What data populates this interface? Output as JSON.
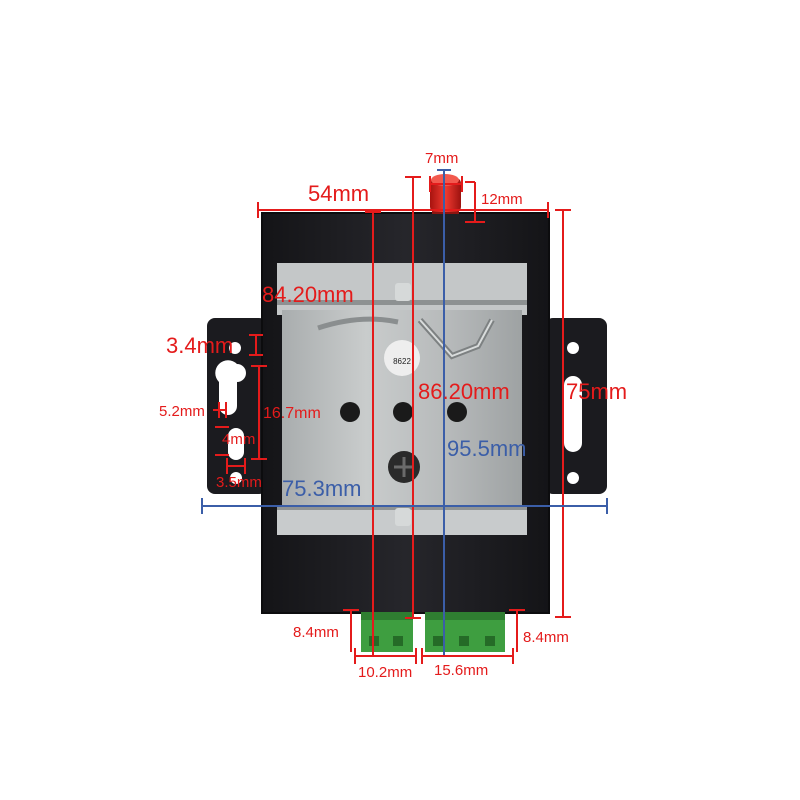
{
  "dimensions": {
    "top_width": "54mm",
    "led_width": "7mm",
    "led_height": "12mm",
    "rail_height": "84.20mm",
    "slot_small_gap": "3.4mm",
    "slot_width": "5.2mm",
    "slot_length": "16.7mm",
    "slot_gap": "4mm",
    "hole_dia": "3.5mm",
    "total_width": "75.3mm",
    "body_height": "86.20mm",
    "overall_height": "95.5mm",
    "side_height": "75mm",
    "left_terminal_height": "8.4mm",
    "right_terminal_height": "8.4mm",
    "left_terminal_width": "10.2mm",
    "right_terminal_width": "15.6mm"
  },
  "device": {
    "label_sticker": "8622"
  },
  "colors": {
    "dimension_red": "#e41b1b",
    "dimension_blue": "#3b5ea8",
    "housing": "#1e1e22",
    "rail": "#b9bcbd",
    "terminal": "#3a9a3d",
    "led": "#d8221f"
  }
}
